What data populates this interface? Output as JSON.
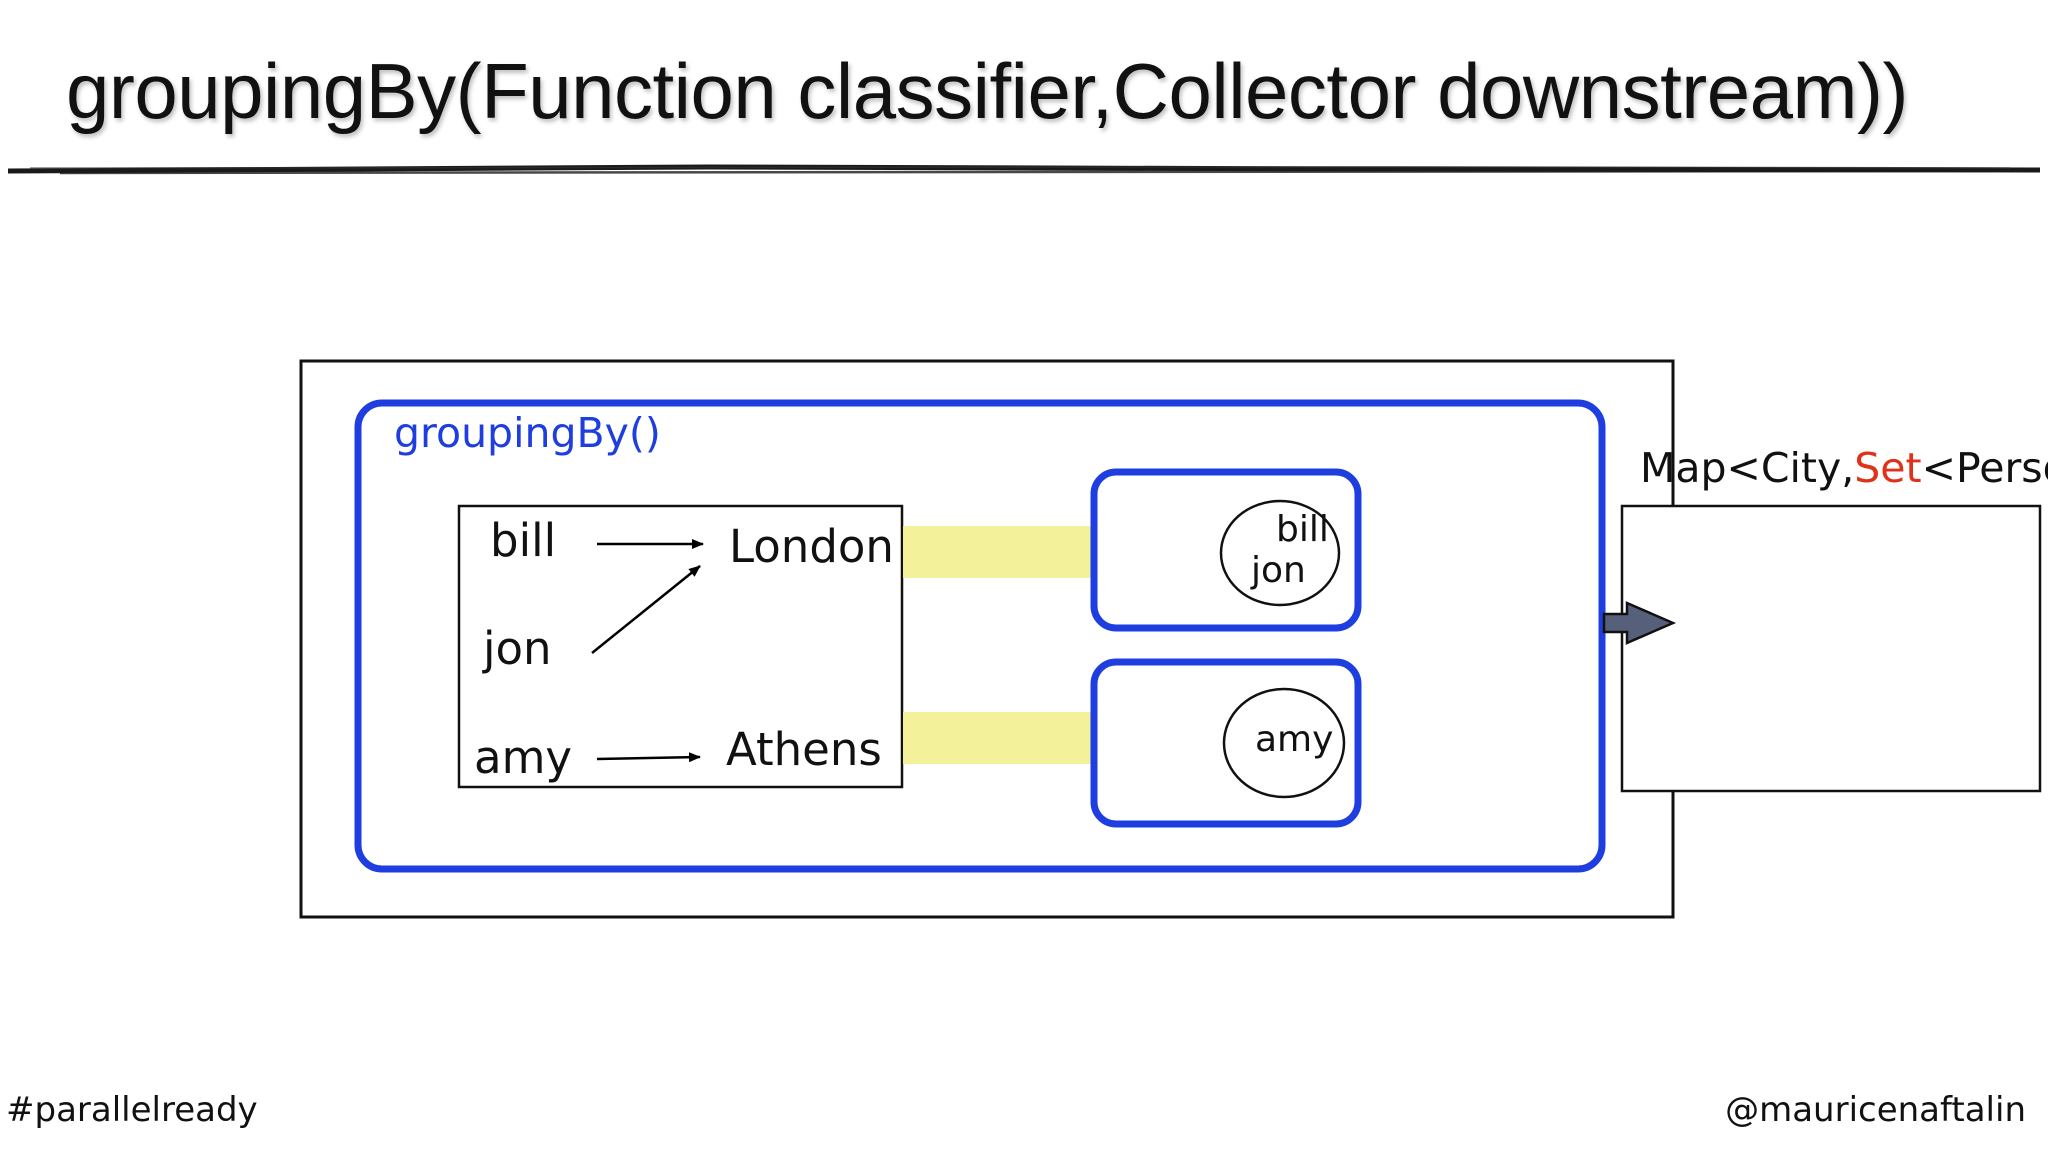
{
  "slide": {
    "title": "groupingBy(Function classifier,Collector downstream))",
    "footer_left": "#parallelready",
    "footer_right": "@mauricenaftalin"
  },
  "diagram": {
    "inner_label": "groupingBy()",
    "people": [
      "bill",
      "jon",
      "amy"
    ],
    "cities": [
      "London",
      "Athens"
    ],
    "group1_members": [
      "bill",
      "jon"
    ],
    "group2_members": [
      "amy"
    ],
    "output_type_prefix": "Map<City,",
    "output_type_set": "Set",
    "output_type_suffix": "<Person>"
  },
  "colors": {
    "blue": "#1f3ee0",
    "highlight_yellow": "#f3f19a",
    "set_red": "#e0321a",
    "arrow_fill": "#56607a"
  }
}
